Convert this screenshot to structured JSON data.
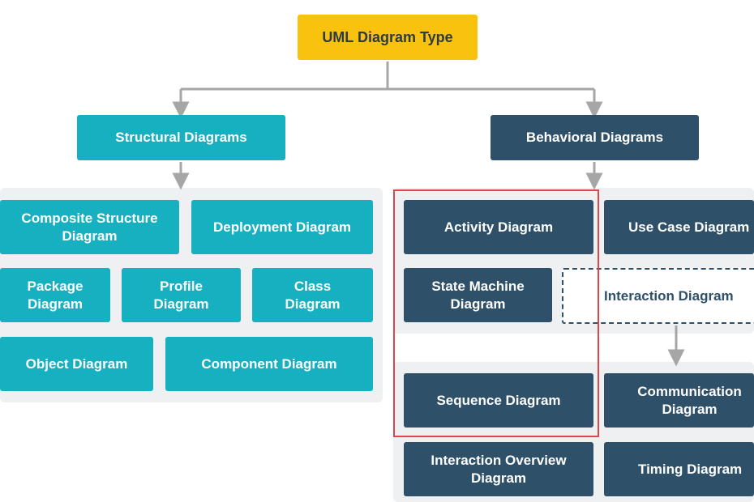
{
  "root": {
    "label": "UML Diagram Type"
  },
  "categories": {
    "structural": "Structural Diagrams",
    "behavioral": "Behavioral Diagrams"
  },
  "structural_items": {
    "composite_structure": "Composite Structure Diagram",
    "deployment": "Deployment Diagram",
    "package": "Package Diagram",
    "profile": "Profile Diagram",
    "class": "Class Diagram",
    "object": "Object Diagram",
    "component": "Component Diagram"
  },
  "behavioral_items": {
    "activity": "Activity Diagram",
    "use_case": "Use Case Diagram",
    "state_machine": "State Machine Diagram",
    "interaction": "Interaction Diagram",
    "sequence": "Sequence Diagram",
    "communication": "Communication Diagram",
    "interaction_overview": "Interaction Overview Diagram",
    "timing": "Timing Diagram"
  },
  "colors": {
    "root": "#f8c20e",
    "structural": "#17b0c1",
    "behavioral": "#2e5069",
    "highlight": "#e0454a",
    "connector": "#a6a6a6"
  }
}
